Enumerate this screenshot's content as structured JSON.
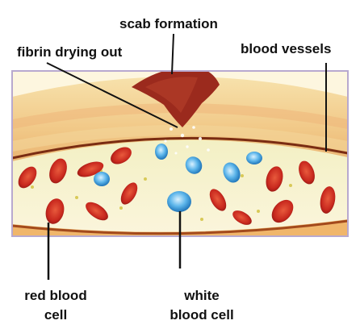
{
  "labels": {
    "scab_formation": "scab formation",
    "fibrin_drying_out": "fibrin drying out",
    "blood_vessels": "blood vessels",
    "red_blood_cell_line1": "red blood",
    "red_blood_cell_line2": "cell",
    "white_blood_cell_line1": "white",
    "white_blood_cell_line2": "blood cell"
  },
  "colors": {
    "frame": "#b8a9cf",
    "skin_top": "#f4d79a",
    "skin_mid": "#efc07a",
    "skin_band": "#e9a868",
    "tissue_bg": "#fbf3d4",
    "scab": "#9b2a1d",
    "vessel_line": "#7a2c12",
    "red_cell": "#c8281e",
    "white_cell": "#4aa7e0",
    "leader_line": "#111111"
  }
}
